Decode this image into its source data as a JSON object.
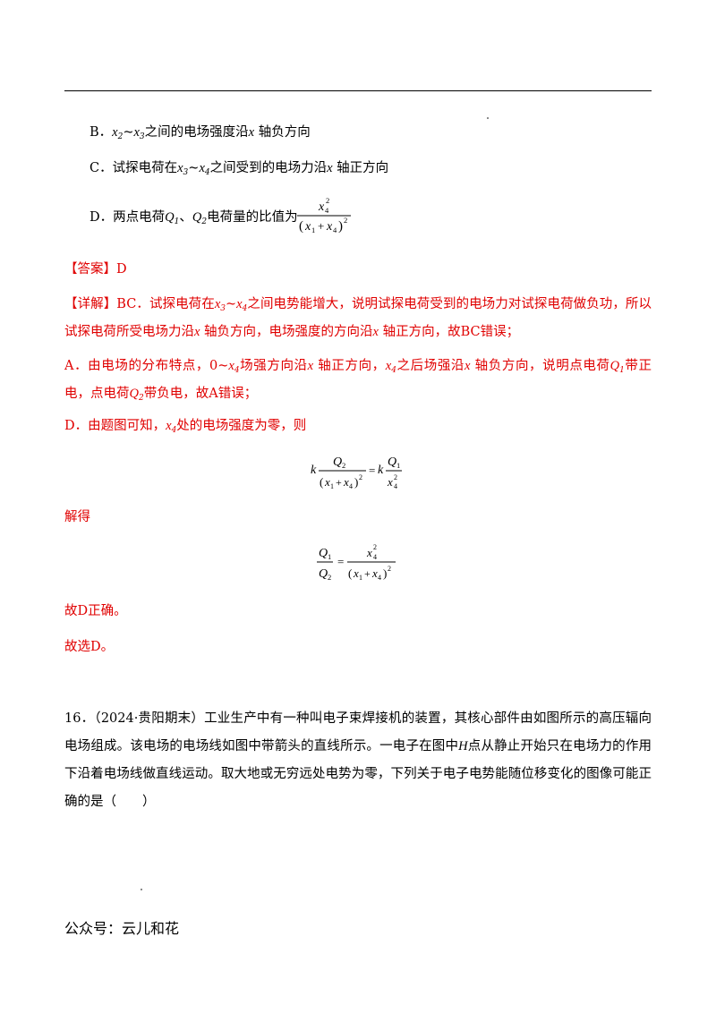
{
  "option_b": {
    "label": "B．",
    "t1": "x",
    "s1": "2",
    "t2": "~",
    "t3": "x",
    "s3": "3",
    "t4": "之间的电场强度沿",
    "t5": "x",
    "t6": " 轴负方向"
  },
  "option_c": {
    "label": "C．试探电荷在",
    "t1": "x",
    "s1": "3",
    "t2": "~",
    "t3": "x",
    "s3": "4",
    "t4": "之间受到的电场力沿",
    "t5": "x",
    "t6": " 轴正方向"
  },
  "option_d": {
    "label": "D．两点电荷",
    "q1": "Q",
    "q1s": "1",
    "sep": "、",
    "q2": "Q",
    "q2s": "2",
    "tail": "电荷量的比值为"
  },
  "answer": {
    "bracket": "【答案】",
    "value": "D"
  },
  "detail": {
    "bracket": "【详解】",
    "bc_a": "BC．试探电荷在",
    "bc_x": "x",
    "bc_s1": "3",
    "bc_tilde": "~",
    "bc_x2": "x",
    "bc_s2": "4",
    "bc_b": "之间电势能增大，说明试探电荷受到的电场力对试探电荷做负功，所以试探电荷所受电场力沿",
    "bc_x3": "x",
    "bc_c": " 轴负方向，电场强度的方向沿",
    "bc_x4": "x",
    "bc_d": " 轴正方向，故BC错误；",
    "a_a": "A．由电场的分布特点，0~",
    "a_x": "x",
    "a_s1": "4",
    "a_b": "场强方向沿",
    "a_x2": "x",
    "a_c": " 轴正方向，",
    "a_x3": "x",
    "a_s2": "4",
    "a_d": "之后场强沿",
    "a_x4": "x",
    "a_e": " 轴负方向，说明点电荷",
    "a_q": "Q",
    "a_qs": "1",
    "a_f": "带正电，点电荷",
    "a_q2": "Q",
    "a_qs2": "2",
    "a_g": "带负电，故A错误；",
    "d_a": "D．由题图可知，",
    "d_x": "x",
    "d_s": "4",
    "d_b": "处的电场强度为零，则",
    "solve": "解得",
    "conclude": "故D正确。",
    "choose": "故选D。"
  },
  "question": {
    "text_a": "16．（2024·贵阳期末）工业生产中有一种叫电子束焊接机的装置，其核心部件由如图所示的高压辐向电场组成。该电场的电场线如图中带箭头的直线所示。一电子在图中",
    "h": "H",
    "text_b": "点从静止开始只在电场力的作用下沿着电场线做直线运动。取大地或无穷远处电势为零，下列关于电子电势能随位移变化的图像可能正确的是（　　）"
  },
  "math": {
    "x": "x",
    "q": "Q",
    "k": "k",
    "n1": "1",
    "n2": "2",
    "n4": "4",
    "plus": "+",
    "eq": "=",
    "lp": "(",
    "rp": ")"
  },
  "footer": "公众号：云儿和花"
}
